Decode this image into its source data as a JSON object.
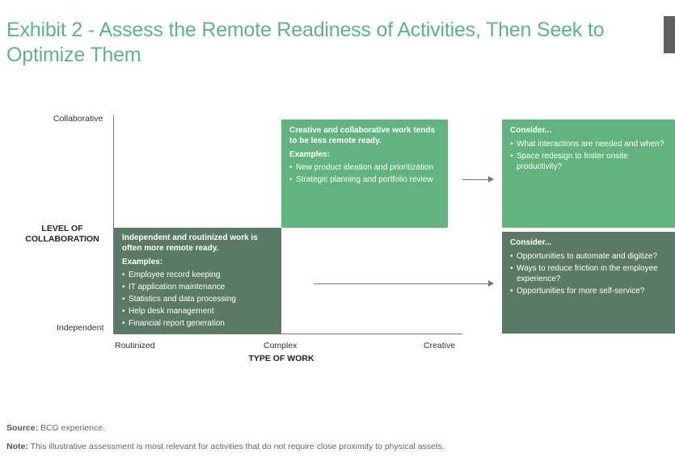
{
  "title": "Exhibit 2 - Assess the Remote Readiness of Activities, Then Seek to Optimize Them",
  "y_axis": {
    "top_label": "Collaborative",
    "bottom_label": "Independent",
    "title_line1": "LEVEL OF",
    "title_line2": "COLLABORATION"
  },
  "x_axis": {
    "labels": [
      "Routinized",
      "Complex",
      "Creative"
    ],
    "title": "TYPE OF WORK"
  },
  "creative_box": {
    "heading": "Creative and collaborative work tends to be less remote ready.",
    "examples_label": "Examples:",
    "items": [
      "New product ideation and prioritization",
      "Strategic planning and portfolio review"
    ]
  },
  "independent_box": {
    "heading": "Independent and routinized work is often more remote ready.",
    "examples_label": "Examples:",
    "items": [
      "Employee record keeping",
      "IT application maintenance",
      "Statistics and data processing",
      "Help desk management",
      "Financial report generation"
    ]
  },
  "consider_top": {
    "heading": "Consider...",
    "items": [
      "What interactions are needed and when?",
      "Space redesign to foster onsite productivity?"
    ]
  },
  "consider_bottom": {
    "heading": "Consider...",
    "items": [
      "Opportunities to automate and digitize?",
      "Ways to reduce friction in the employee experience?",
      "Opportunities for more self-service?"
    ]
  },
  "footer": {
    "source_label": "Source:",
    "source_text": " BCG experience.",
    "note_label": "Note:",
    "note_text": " This illustrative assessment is most relevant for activities that do not require close proximity to physical assets."
  },
  "colors": {
    "title": "#5db38a",
    "light_green": "#62b380",
    "dark_green": "#5b7a65"
  }
}
